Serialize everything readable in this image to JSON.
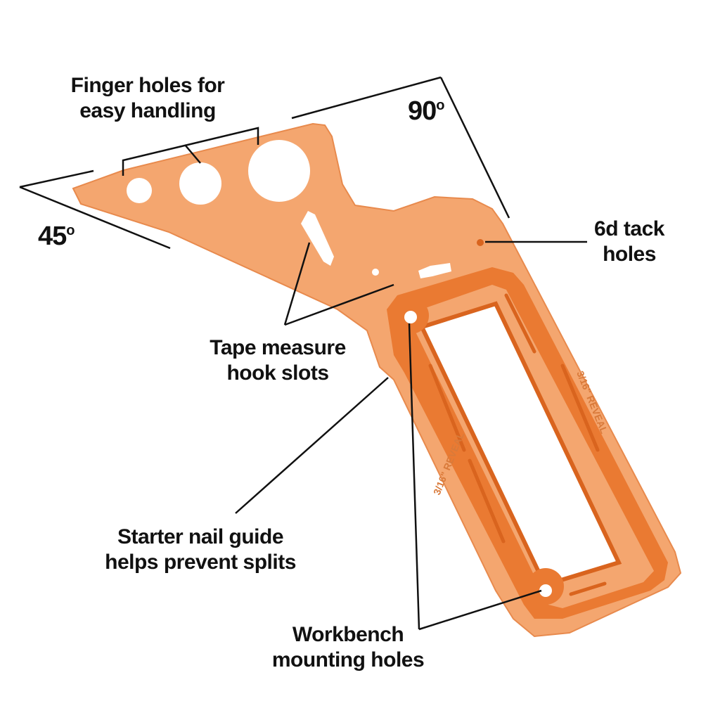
{
  "figure": {
    "colors": {
      "body": "#f4a66f",
      "body_edge": "#e88a4d",
      "rim": "#ea7a32",
      "rim_dark": "#d9641e",
      "leader": "#111111"
    }
  },
  "labels": {
    "finger_holes": {
      "line1": "Finger holes for",
      "line2": "easy handling"
    },
    "angle_90": {
      "value": "90",
      "degree": "o"
    },
    "angle_45": {
      "value": "45",
      "degree": "o"
    },
    "tack_holes": {
      "line1": "6d tack",
      "line2": "holes"
    },
    "tape_slots": {
      "line1": "Tape measure",
      "line2": "hook slots"
    },
    "starter_nail": {
      "line1": "Starter nail guide",
      "line2": "helps prevent splits"
    },
    "workbench": {
      "line1": "Workbench",
      "line2": "mounting holes"
    }
  },
  "embossed_text": {
    "left": "3/16\" REVEAL",
    "right": "3/16\" REVEAL"
  }
}
